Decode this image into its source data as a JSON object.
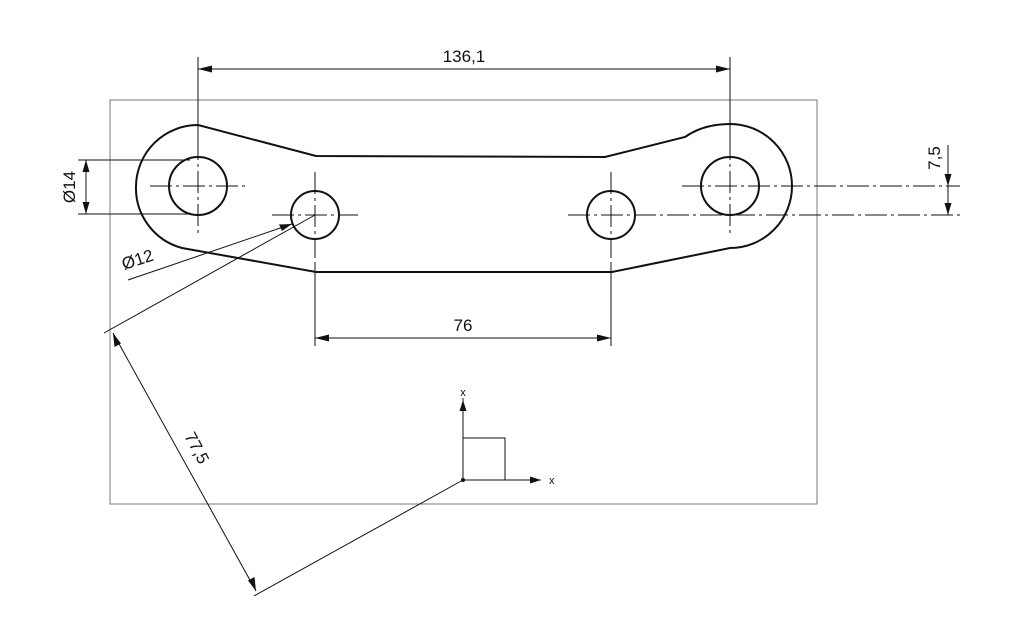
{
  "drawing": {
    "dimensions": {
      "overall_hole_spacing": "136,1",
      "inner_hole_spacing": "76",
      "vertical_offset": "7,5",
      "large_hole_diameter": "Ø14",
      "small_hole_diameter": "Ø12",
      "datum_distance": "77,5"
    },
    "axes": {
      "vertical_label": "x",
      "horizontal_label": "x"
    },
    "colors": {
      "ink": "#111111",
      "frame": "#7a7a7a",
      "background": "#ffffff"
    }
  }
}
